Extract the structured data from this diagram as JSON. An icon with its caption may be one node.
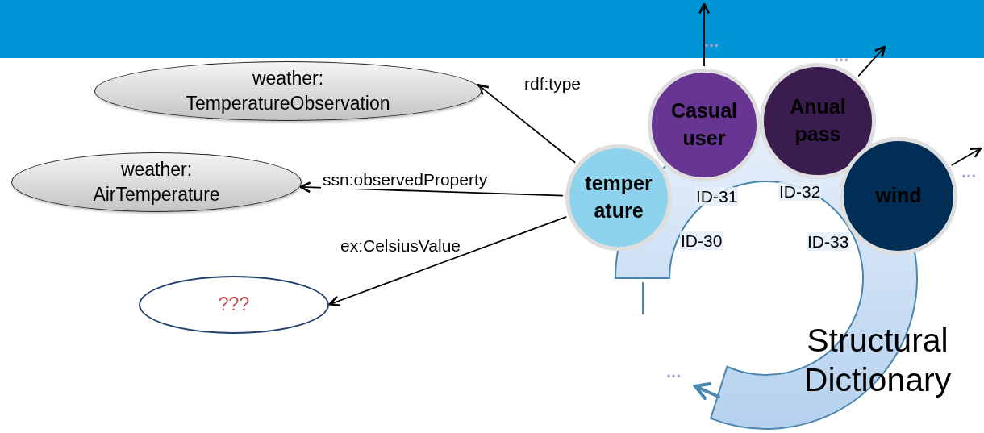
{
  "diagram": {
    "nodes": [
      {
        "text": [
          "weather: TemperatureObservation"
        ]
      },
      {
        "text": [
          "weather: AirTemperature"
        ]
      },
      {
        "text": [
          "???"
        ]
      },
      {
        "text": [
          "temper ature"
        ],
        "beside": [
          "ID-30"
        ]
      },
      {
        "text": [
          "Casual user"
        ],
        "beside": [
          "ID-31"
        ]
      },
      {
        "text": [
          "Anual pass"
        ],
        "beside": [
          "ID-32"
        ]
      },
      {
        "text": [
          "wind"
        ],
        "beside": [
          "ID-33"
        ]
      }
    ],
    "edges": [
      {
        "from": 3,
        "to": 0,
        "arrow": "to",
        "label": "rdf:type"
      },
      {
        "from": 3,
        "to": 1,
        "arrow": "to",
        "label": "ssn:observedProperty"
      },
      {
        "from": 3,
        "to": 2,
        "arrow": "to",
        "label": "ex:CelsiusValue"
      },
      {
        "from": 4,
        "to": null,
        "arrow": "to"
      },
      {
        "from": 5,
        "to": null,
        "arrow": "to"
      },
      {
        "from": 6,
        "to": null,
        "arrow": "to"
      }
    ],
    "labels": [
      "...",
      "...",
      "...",
      "Structural Dictionary",
      "..."
    ]
  }
}
